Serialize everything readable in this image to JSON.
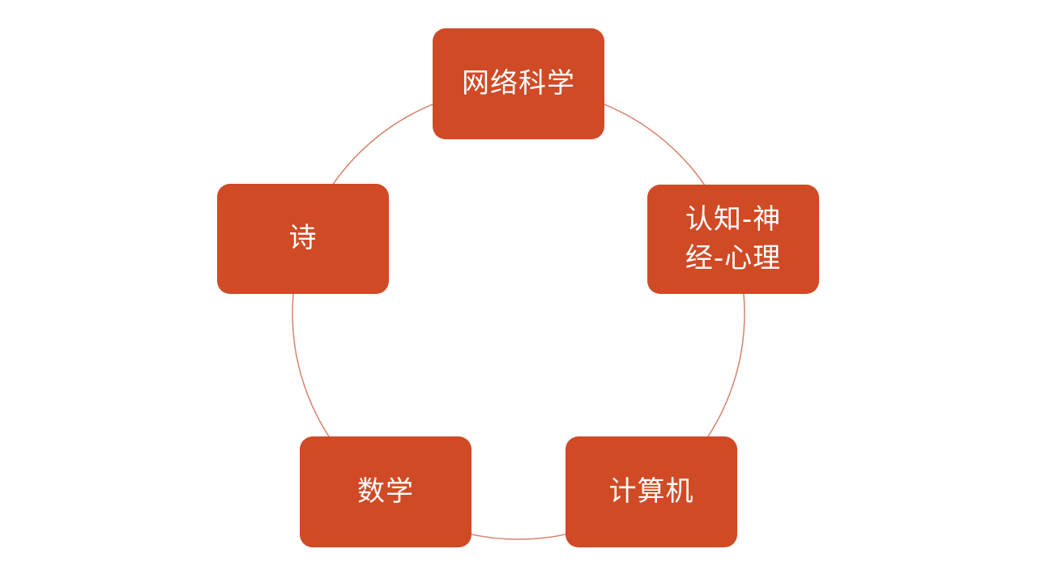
{
  "colors": {
    "node_fill": "#d04a26",
    "node_text": "#ffffff",
    "ring_stroke": "#d9826a",
    "background": "#ffffff"
  },
  "nodes": [
    {
      "label": "网络科学"
    },
    {
      "label": "认知-神\n经-心理"
    },
    {
      "label": "计算机"
    },
    {
      "label": "数学"
    },
    {
      "label": "诗"
    }
  ]
}
